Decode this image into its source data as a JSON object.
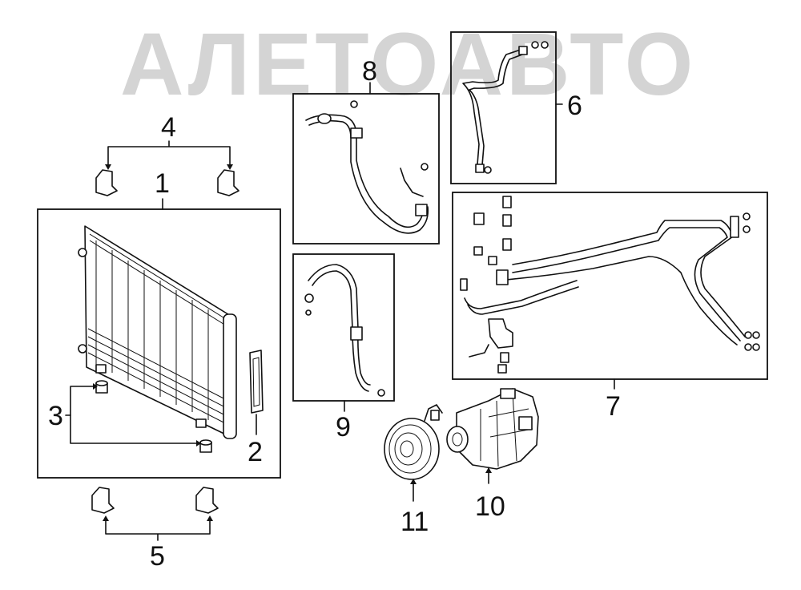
{
  "watermark": {
    "text": "АЛЕТОАВТО"
  },
  "callouts": [
    {
      "id": "1",
      "label": "1"
    },
    {
      "id": "2",
      "label": "2"
    },
    {
      "id": "3",
      "label": "3"
    },
    {
      "id": "4",
      "label": "4"
    },
    {
      "id": "5",
      "label": "5"
    },
    {
      "id": "6",
      "label": "6"
    },
    {
      "id": "7",
      "label": "7"
    },
    {
      "id": "8",
      "label": "8"
    },
    {
      "id": "9",
      "label": "9"
    },
    {
      "id": "10",
      "label": "10"
    },
    {
      "id": "11",
      "label": "11"
    }
  ]
}
